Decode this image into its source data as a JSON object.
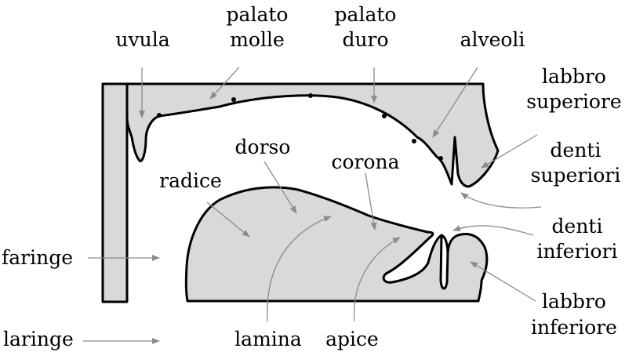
{
  "labels": {
    "uvula": "uvula",
    "palato_molle_1": "palato",
    "palato_molle_2": "molle",
    "palato_duro_1": "palato",
    "palato_duro_2": "duro",
    "alveoli": "alveoli",
    "labbro_superiore_1": "labbro",
    "labbro_superiore_2": "superiore",
    "denti_superiori_1": "denti",
    "denti_superiori_2": "superiori",
    "dorso": "dorso",
    "corona": "corona",
    "radice": "radice",
    "denti_inferiori_1": "denti",
    "denti_inferiori_2": "inferiori",
    "faringe": "faringe",
    "labbro_inferiore_1": "labbro",
    "labbro_inferiore_2": "inferiore",
    "laringe": "laringe",
    "lamina": "lamina",
    "apice": "apice"
  },
  "colors": {
    "fill": "#d9d9d9",
    "outline": "#000000",
    "pointer": "#8c8c8c"
  }
}
